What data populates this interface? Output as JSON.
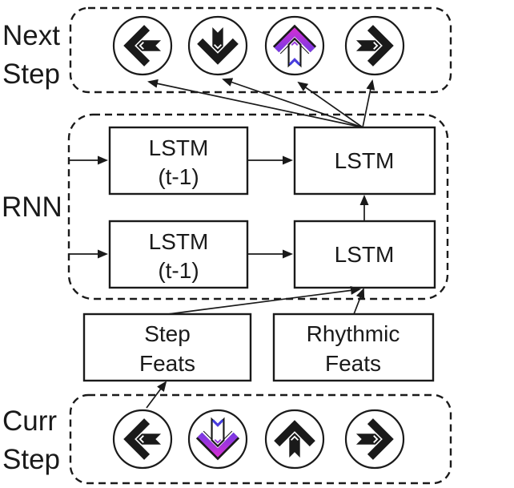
{
  "palette": {
    "ink": "#1a1a1a",
    "background": "#ffffff",
    "highlight_gradient": [
      "#d42fd4",
      "#8138e2",
      "#2b3fdb"
    ]
  },
  "labels": {
    "next_step": {
      "line1": "Next",
      "line2": "Step"
    },
    "rnn": "RNN",
    "curr_step": {
      "line1": "Curr",
      "line2": "Step"
    }
  },
  "boxes": {
    "lstm_prev_top": {
      "line1": "LSTM",
      "line2": "(t-1)"
    },
    "lstm_top": {
      "label": "LSTM"
    },
    "lstm_prev_bottom": {
      "line1": "LSTM",
      "line2": "(t-1)"
    },
    "lstm_bottom": {
      "label": "LSTM"
    },
    "step_feats": {
      "line1": "Step",
      "line2": "Feats"
    },
    "rhythmic_feats": {
      "line1": "Rhythmic",
      "line2": "Feats"
    }
  },
  "icons": {
    "next_step": [
      {
        "name": "arrow-left",
        "dir": "left",
        "highlighted": false
      },
      {
        "name": "arrow-down",
        "dir": "down",
        "highlighted": false
      },
      {
        "name": "arrow-up",
        "dir": "up",
        "highlighted": true
      },
      {
        "name": "arrow-right",
        "dir": "right",
        "highlighted": false
      }
    ],
    "curr_step": [
      {
        "name": "arrow-left",
        "dir": "left",
        "highlighted": false
      },
      {
        "name": "arrow-down",
        "dir": "down",
        "highlighted": true
      },
      {
        "name": "arrow-up",
        "dir": "up",
        "highlighted": false
      },
      {
        "name": "arrow-right",
        "dir": "right",
        "highlighted": false
      }
    ]
  }
}
